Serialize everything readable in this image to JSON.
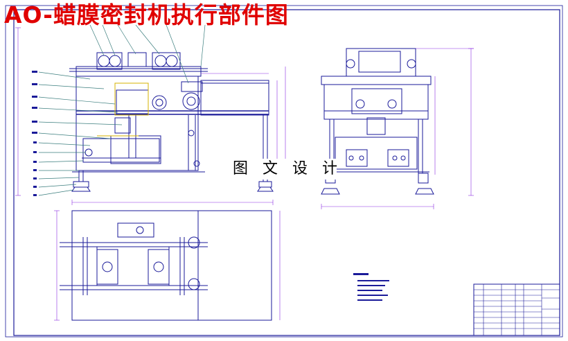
{
  "title": "AO-蜡膜密封机执行部件图",
  "watermark": "图 文 设 计",
  "colors": {
    "title": "#e00000",
    "drawing_line": "#1a1a99",
    "dimension_line": "#8a2be2",
    "leader_line": "#3a7d7d",
    "highlight": "#d4b000",
    "background": "#ffffff"
  },
  "views": [
    "front-view",
    "side-view",
    "top-view",
    "technical-notes",
    "title-block"
  ]
}
